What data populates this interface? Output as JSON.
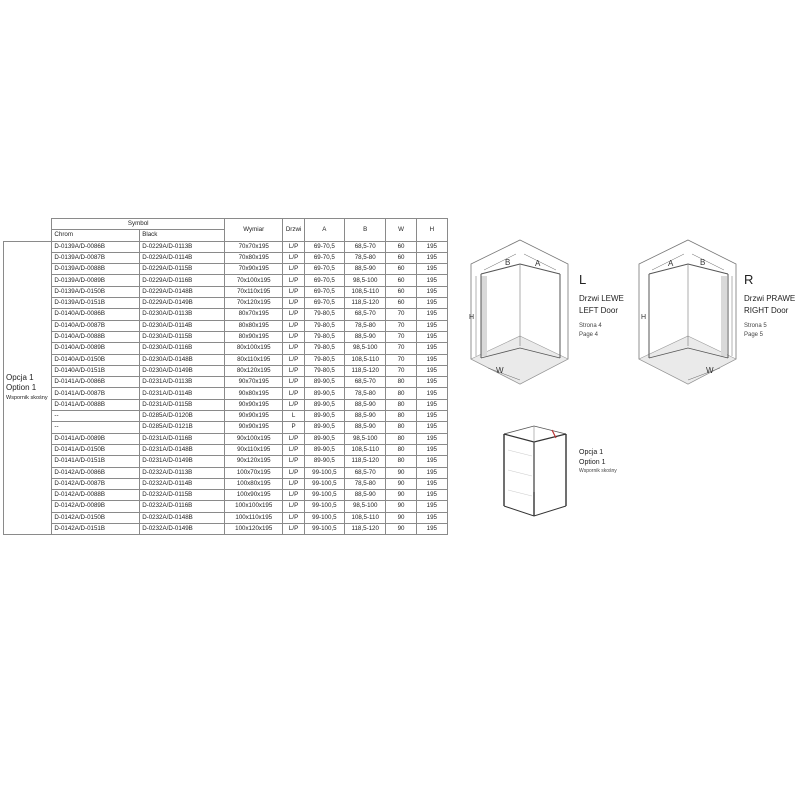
{
  "table": {
    "header_symbol": "Symbol",
    "header_chrom": "Chrom",
    "header_black": "Black",
    "header_wymiar": "Wymiar",
    "header_drzwi": "Drzwi",
    "header_a": "A",
    "header_b": "B",
    "header_w": "W",
    "header_h": "H",
    "option_label_pl": "Opcja 1",
    "option_label_en": "Option 1",
    "option_note": "Wspornik skośny",
    "rows": [
      [
        "D-0139A/D-0086B",
        "D-0229A/D-0113B",
        "70x70x195",
        "L/P",
        "69-70,5",
        "68,5-70",
        "60",
        "195"
      ],
      [
        "D-0139A/D-0087B",
        "D-0229A/D-0114B",
        "70x80x195",
        "L/P",
        "69-70,5",
        "78,5-80",
        "60",
        "195"
      ],
      [
        "D-0139A/D-0088B",
        "D-0229A/D-0115B",
        "70x90x195",
        "L/P",
        "69-70,5",
        "88,5-90",
        "60",
        "195"
      ],
      [
        "D-0139A/D-0089B",
        "D-0229A/D-0116B",
        "70x100x195",
        "L/P",
        "69-70,5",
        "98,5-100",
        "60",
        "195"
      ],
      [
        "D-0139A/D-0150B",
        "D-0229A/D-0148B",
        "70x110x195",
        "L/P",
        "69-70,5",
        "108,5-110",
        "60",
        "195"
      ],
      [
        "D-0139A/D-0151B",
        "D-0229A/D-0149B",
        "70x120x195",
        "L/P",
        "69-70,5",
        "118,5-120",
        "60",
        "195"
      ],
      [
        "D-0140A/D-0086B",
        "D-0230A/D-0113B",
        "80x70x195",
        "L/P",
        "79-80,5",
        "68,5-70",
        "70",
        "195"
      ],
      [
        "D-0140A/D-0087B",
        "D-0230A/D-0114B",
        "80x80x195",
        "L/P",
        "79-80,5",
        "78,5-80",
        "70",
        "195"
      ],
      [
        "D-0140A/D-0088B",
        "D-0230A/D-0115B",
        "80x90x195",
        "L/P",
        "79-80,5",
        "88,5-90",
        "70",
        "195"
      ],
      [
        "D-0140A/D-0089B",
        "D-0230A/D-0116B",
        "80x100x195",
        "L/P",
        "79-80,5",
        "98,5-100",
        "70",
        "195"
      ],
      [
        "D-0140A/D-0150B",
        "D-0230A/D-0148B",
        "80x110x195",
        "L/P",
        "79-80,5",
        "108,5-110",
        "70",
        "195"
      ],
      [
        "D-0140A/D-0151B",
        "D-0230A/D-0149B",
        "80x120x195",
        "L/P",
        "79-80,5",
        "118,5-120",
        "70",
        "195"
      ],
      [
        "D-0141A/D-0086B",
        "D-0231A/D-0113B",
        "90x70x195",
        "L/P",
        "89-90,5",
        "68,5-70",
        "80",
        "195"
      ],
      [
        "D-0141A/D-0087B",
        "D-0231A/D-0114B",
        "90x80x195",
        "L/P",
        "89-90,5",
        "78,5-80",
        "80",
        "195"
      ],
      [
        "D-0141A/D-0088B",
        "D-0231A/D-0115B",
        "90x90x195",
        "L/P",
        "89-90,5",
        "88,5-90",
        "80",
        "195"
      ],
      [
        "--",
        "D-0285A/D-0120B",
        "90x90x195",
        "L",
        "89-90,5",
        "88,5-90",
        "80",
        "195"
      ],
      [
        "--",
        "D-0285A/D-0121B",
        "90x90x195",
        "P",
        "89-90,5",
        "88,5-90",
        "80",
        "195"
      ],
      [
        "D-0141A/D-0089B",
        "D-0231A/D-0116B",
        "90x100x195",
        "L/P",
        "89-90,5",
        "98,5-100",
        "80",
        "195"
      ],
      [
        "D-0141A/D-0150B",
        "D-0231A/D-0148B",
        "90x110x195",
        "L/P",
        "89-90,5",
        "108,5-110",
        "80",
        "195"
      ],
      [
        "D-0141A/D-0151B",
        "D-0231A/D-0149B",
        "90x120x195",
        "L/P",
        "89-90,5",
        "118,5-120",
        "80",
        "195"
      ],
      [
        "D-0142A/D-0086B",
        "D-0232A/D-0113B",
        "100x70x195",
        "L/P",
        "99-100,5",
        "68,5-70",
        "90",
        "195"
      ],
      [
        "D-0142A/D-0087B",
        "D-0232A/D-0114B",
        "100x80x195",
        "L/P",
        "99-100,5",
        "78,5-80",
        "90",
        "195"
      ],
      [
        "D-0142A/D-0088B",
        "D-0232A/D-0115B",
        "100x90x195",
        "L/P",
        "99-100,5",
        "88,5-90",
        "90",
        "195"
      ],
      [
        "D-0142A/D-0089B",
        "D-0232A/D-0116B",
        "100x100x195",
        "L/P",
        "99-100,5",
        "98,5-100",
        "90",
        "195"
      ],
      [
        "D-0142A/D-0150B",
        "D-0232A/D-0148B",
        "100x110x195",
        "L/P",
        "99-100,5",
        "108,5-110",
        "90",
        "195"
      ],
      [
        "D-0142A/D-0151B",
        "D-0232A/D-0149B",
        "100x120x195",
        "L/P",
        "99-100,5",
        "118,5-120",
        "90",
        "195"
      ]
    ]
  },
  "diagrams": {
    "left": {
      "label_a": "A",
      "label_b": "B",
      "label_h": "H",
      "label_w": "W",
      "side_letter": "L",
      "door_pl": "Drzwi LEWE",
      "door_en": "LEFT Door",
      "strona": "Strona 4",
      "page": "Page 4"
    },
    "right": {
      "label_a": "A",
      "label_b": "B",
      "label_h": "H",
      "label_w": "W",
      "side_letter": "R",
      "door_pl": "Drzwi PRAWE",
      "door_en": "RIGHT Door",
      "strona": "Strona 5",
      "page": "Page 5"
    },
    "option": {
      "opcja": "Opcja 1",
      "option": "Option 1",
      "note": "Wspornik skośny"
    }
  },
  "colors": {
    "grid": "#8a8a8a",
    "frame": "#555555",
    "shade": "#d9d9d9"
  }
}
